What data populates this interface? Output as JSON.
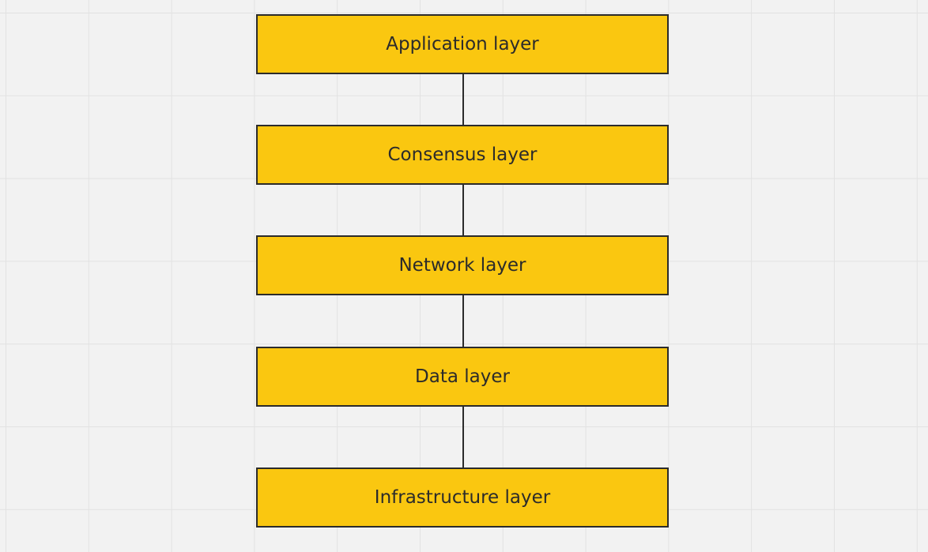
{
  "diagram": {
    "box_fill": "#FAC710",
    "line_color": "#2b2b2b",
    "layers": [
      {
        "label": "Application layer"
      },
      {
        "label": "Consensus layer"
      },
      {
        "label": "Network layer"
      },
      {
        "label": "Data layer"
      },
      {
        "label": "Infrastructure layer"
      }
    ]
  }
}
